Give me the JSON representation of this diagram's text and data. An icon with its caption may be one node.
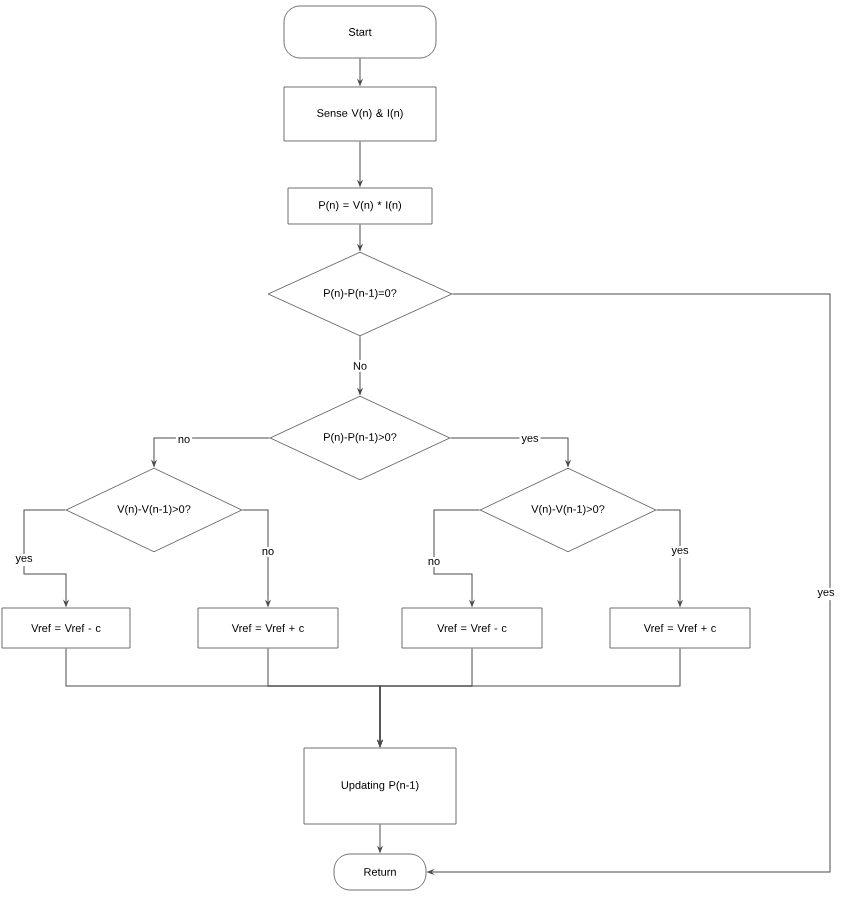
{
  "diagram": {
    "nodes": [
      {
        "text": [
          "Start"
        ]
      },
      {
        "text": [
          "Sense V(n) & I(n)"
        ]
      },
      {
        "text": [
          "P(n) = V(n) * I(n)"
        ]
      },
      {
        "text": [
          "P(n)-P(n-1)=0?"
        ]
      },
      {
        "text": [
          "P(n)-P(n-1)>0?"
        ]
      },
      {
        "text": [
          "V(n)-V(n-1)>0?"
        ]
      },
      {
        "text": [
          "V(n)-V(n-1)>0?"
        ]
      },
      {
        "text": [
          "Vref = Vref - c"
        ]
      },
      {
        "text": [
          "Vref = Vref + c"
        ]
      },
      {
        "text": [
          "Vref = Vref - c"
        ]
      },
      {
        "text": [
          "Vref = Vref + c"
        ]
      },
      {
        "text": [
          "Updating P(n-1)"
        ]
      },
      {
        "text": [
          "Return"
        ]
      }
    ],
    "edges": [
      {
        "from": 0,
        "to": 1,
        "arrow": "to"
      },
      {
        "from": 1,
        "to": 2,
        "arrow": "to"
      },
      {
        "from": 2,
        "to": 3,
        "arrow": "to"
      },
      {
        "from": 3,
        "to": 4,
        "arrow": "to",
        "label": "No"
      },
      {
        "from": 3,
        "to": 12,
        "arrow": "to",
        "label": "yes"
      },
      {
        "from": 4,
        "to": 5,
        "arrow": "to",
        "label": "no"
      },
      {
        "from": 4,
        "to": 6,
        "arrow": "to",
        "label": "yes"
      },
      {
        "from": 5,
        "to": 7,
        "arrow": "to",
        "label": "yes"
      },
      {
        "from": 5,
        "to": 8,
        "arrow": "to",
        "label": "no"
      },
      {
        "from": 6,
        "to": 9,
        "arrow": "to",
        "label": "no"
      },
      {
        "from": 6,
        "to": 10,
        "arrow": "to",
        "label": "yes"
      },
      {
        "from": 7,
        "to": 11,
        "arrow": "to"
      },
      {
        "from": 8,
        "to": 11,
        "arrow": "to"
      },
      {
        "from": 9,
        "to": 11,
        "arrow": "to"
      },
      {
        "from": 10,
        "to": 11,
        "arrow": "to"
      },
      {
        "from": 11,
        "to": 12,
        "arrow": "to"
      }
    ]
  }
}
